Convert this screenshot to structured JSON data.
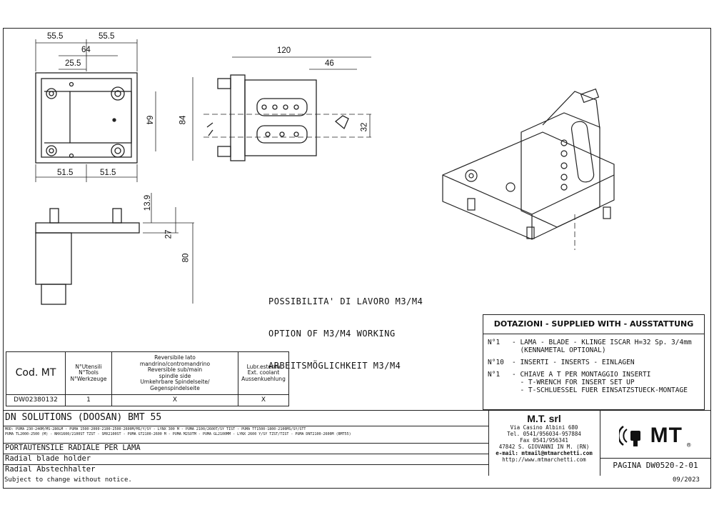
{
  "dimensions": {
    "top_width_left": "55.5",
    "top_width_right": "55.5",
    "top_64": "64",
    "top_25_5": "25.5",
    "front_64": "64",
    "bottom_51_5_left": "51.5",
    "bottom_51_5_right": "51.5",
    "side_120": "120",
    "side_46": "46",
    "side_84": "84",
    "side_32": "32",
    "lower_13_9": "13.9",
    "lower_27": "27",
    "lower_80": "80"
  },
  "note": {
    "line1": "POSSIBILITA' DI LAVORO M3/M4",
    "line2": "OPTION OF M3/M4 WORKING",
    "line3": "ARBEITSMÖGLICHKEIT M3/M4"
  },
  "supplied": {
    "header": "DOTAZIONI - SUPPLIED WITH - AUSSTATTUNG",
    "items": [
      {
        "qty": "N°1",
        "text": "- LAMA - BLADE - KLINGE ISCAR H=32 Sp. 3/4mm\n  (KENNAMETAL OPTIONAL)"
      },
      {
        "qty": "N°10",
        "text": "- INSERTI - INSERTS - EINLAGEN"
      },
      {
        "qty": "N°1",
        "text": "- CHIAVE A T PER MONTAGGIO INSERTI\n  - T-WRENCH FOR INSERT SET UP\n  - T-SCHLUESSEL FUER EINSATZSTUECK-MONTAGE"
      }
    ]
  },
  "table": {
    "cod_label": "Cod. MT",
    "tools_header": "N°Utensili\nN°Tools\nN°Werkzeuge",
    "reversible_header": "Reversibile lato\nmandrino/contromandrino\nReversible sub/main\nspindle side\nUmkehrbare Spindelseite/\nGegenspindelseite",
    "coolant_header": "Lubr.esterna\nExt. coolant\nAussenkuehlung",
    "code": "DW02380132",
    "tools": "1",
    "reversible": "X",
    "coolant": "X"
  },
  "title_block": {
    "machine": "DN SOLUTIONS (DOOSAN)   BMT 55",
    "models": "MOD: PUMA 230-240M/MS-280LM - PUMA 1500-2000-2100-2500-2600M/MS/Y/SY - LYNX 300 M - PUMA 2100/2600T/SY TIST - PUMA TT1500-1800-2100MS/SY/STT\nPUMA TL2000-2500 (M) - NHX1600/2100ST TZST - SMX2100ST - PUMA GT2100-2600 M - PUMA M2SOTM - PUMA GL2100MM - LYNX 2600 Y/SY TZST/TIST - PUMA DNT2100-2600M (BMT55)",
    "desc_it": "PORTAUTENSILE RADIALE PER LAMA",
    "desc_en": "Radial blade holder",
    "desc_de": "Radial Abstechhalter"
  },
  "company": {
    "name": "M.T. srl",
    "addr1": "Via Casino Albini 680",
    "tel": "Tel. 0541/956034-957884",
    "fax": "Fax 0541/956341",
    "city": "47842 S. GIOVANNI IN M. (RN)",
    "email": "e-mail: mtmail@mtmarchetti.com",
    "web": "http://www.mtmarchetti.com"
  },
  "logo": {
    "text": "MT",
    "registered": "®"
  },
  "page": {
    "label": "PAGINA DW0520-2-01"
  },
  "footer": {
    "left": "Subject to change without notice.",
    "right": "09/2023"
  }
}
